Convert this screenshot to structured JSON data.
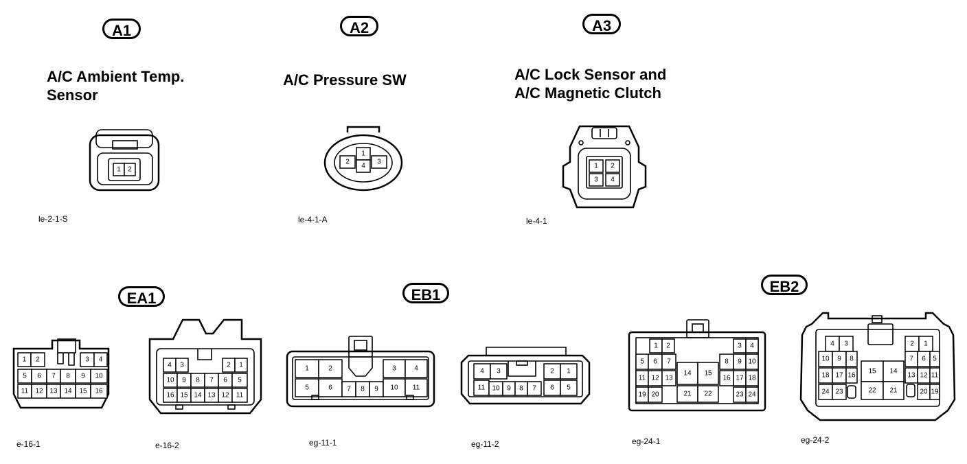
{
  "connectors": {
    "a1": {
      "badge": "A1",
      "title_line1": "A/C Ambient Temp.",
      "title_line2": "Sensor",
      "code": "le-2-1-S",
      "pins": [
        "1",
        "2"
      ]
    },
    "a2": {
      "badge": "A2",
      "title_line1": "A/C Pressure SW",
      "code": "le-4-1-A",
      "pins": [
        "1",
        "2",
        "3",
        "4"
      ]
    },
    "a3": {
      "badge": "A3",
      "title_line1": "A/C Lock Sensor and",
      "title_line2": "A/C Magnetic Clutch",
      "code": "le-4-1",
      "pins": [
        "1",
        "2",
        "3",
        "4"
      ]
    },
    "ea1": {
      "badge": "EA1",
      "code_left": "e-16-1",
      "code_right": "e-16-2",
      "left_pins": [
        "1",
        "2",
        "3",
        "4",
        "5",
        "6",
        "7",
        "8",
        "9",
        "10",
        "11",
        "12",
        "13",
        "14",
        "15",
        "16"
      ],
      "right_pins": [
        "4",
        "3",
        "2",
        "1",
        "10",
        "9",
        "8",
        "7",
        "6",
        "5",
        "16",
        "15",
        "14",
        "13",
        "12",
        "11"
      ]
    },
    "eb1": {
      "badge": "EB1",
      "code_left": "eg-11-1",
      "code_right": "eg-11-2",
      "left_pins": [
        "1",
        "2",
        "3",
        "4",
        "5",
        "6",
        "7",
        "8",
        "9",
        "10",
        "11"
      ],
      "right_pins": [
        "4",
        "3",
        "2",
        "1",
        "11",
        "10",
        "9",
        "8",
        "7",
        "6",
        "5"
      ]
    },
    "eb2": {
      "badge": "EB2",
      "code_left": "eg-24-1",
      "code_right": "eg-24-2",
      "left_pins": [
        "1",
        "2",
        "3",
        "4",
        "5",
        "6",
        "7",
        "8",
        "9",
        "10",
        "11",
        "12",
        "13",
        "14",
        "15",
        "16",
        "17",
        "18",
        "19",
        "20",
        "21",
        "22",
        "23",
        "24"
      ],
      "right_pins": [
        "4",
        "3",
        "2",
        "1",
        "10",
        "9",
        "8",
        "7",
        "6",
        "5",
        "15",
        "14",
        "18",
        "17",
        "16",
        "13",
        "12",
        "11",
        "24",
        "23",
        "22",
        "21",
        "20",
        "19"
      ]
    }
  }
}
